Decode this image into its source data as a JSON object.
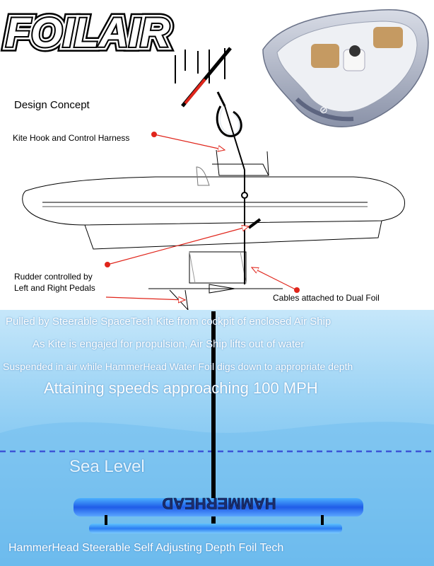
{
  "title": "FOILAIR",
  "design_heading": "Design Concept",
  "callouts": {
    "kite_hook": "Kite Hook and Control Harness",
    "rudder_line1": "Rudder controlled by",
    "rudder_line2": "Left and Right Pedals",
    "cables": "Cables attached to Dual Foil"
  },
  "water_lines": {
    "line1": "Pulled by Steerable SpaceTech Kite from cockpit of enclosed Air Ship",
    "line2": "As Kite is engajed for propulsion, Air Ship lifts out of water",
    "line3": "Suspended in air while HammerHead Water Foil digs down to appropriate depth",
    "line4": "Attaining speeds approaching 100 MPH"
  },
  "sea_level_label": "Sea Level",
  "foil_lettering": "HAMMERHEAD",
  "footer_caption": "HammerHead Steerable Self Adjusting Depth Foil Tech",
  "colors": {
    "callout_red": "#e0251b",
    "water_top": "#bfe3f8",
    "water_bottom": "#5bb2ea",
    "sea_level_line": "#3d54d6",
    "foil_blue": "#2f6cf0",
    "boat_grey": "#8f97ad"
  }
}
